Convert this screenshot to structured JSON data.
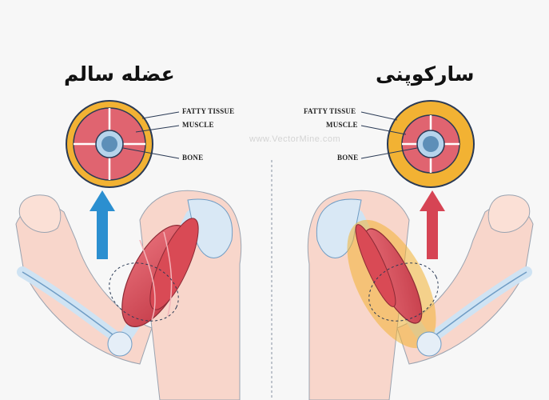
{
  "left_panel": {
    "title": "عضله سالم",
    "labels": {
      "fatty_tissue": "FATTY TISSUE",
      "muscle": "MUSCLE",
      "bone": "BONE"
    },
    "arrow_color": "#2b8fd0"
  },
  "right_panel": {
    "title": "سارکوپنی",
    "labels": {
      "fatty_tissue": "FATTY TISSUE",
      "muscle": "MUSCLE",
      "bone": "BONE"
    },
    "arrow_color": "#d64454"
  },
  "watermark": "www.VectorMine.com",
  "colors": {
    "fat": "#f2b233",
    "muscle": "#d94a55",
    "bone": "#5d8fb8",
    "skin": "#f8d6cb",
    "bone_light": "#cfe3f3"
  }
}
